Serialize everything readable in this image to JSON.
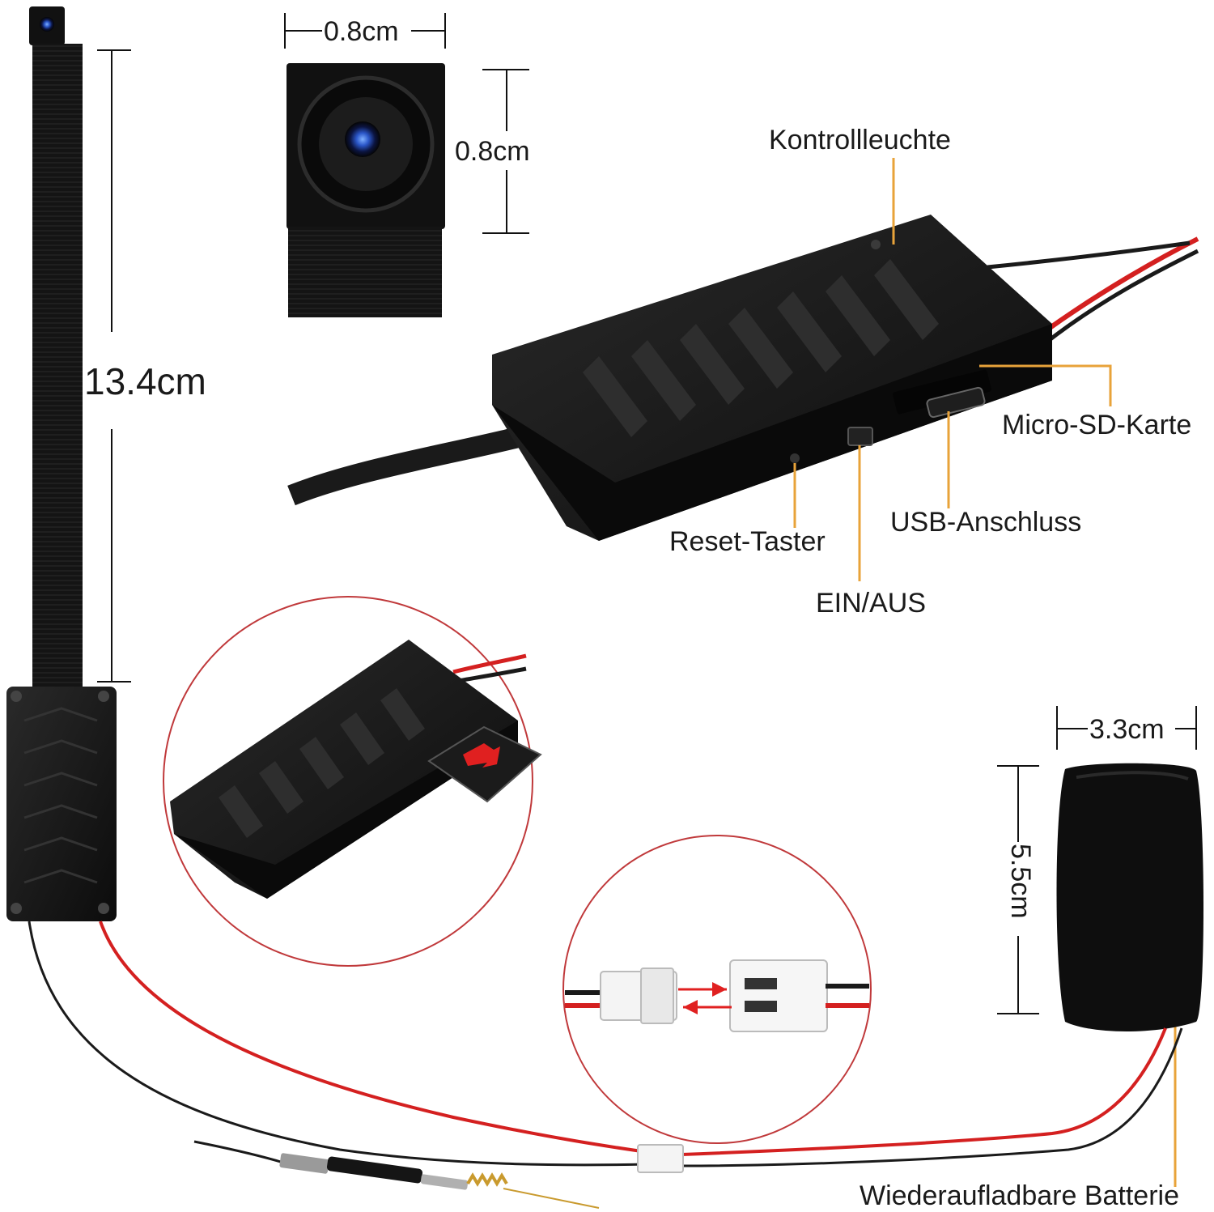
{
  "dimensions": {
    "lens_width": "0.8cm",
    "lens_height": "0.8cm",
    "cable_length": "13.4cm",
    "battery_width": "3.3cm",
    "battery_height": "5.5cm"
  },
  "parts": {
    "indicator_light": "Kontrollleuchte",
    "micro_sd": "Micro-SD-Karte",
    "usb_port": "USB-Anschluss",
    "reset_button": "Reset-Taster",
    "power_switch": "EIN/AUS",
    "battery": "Wiederaufladbare Batterie"
  },
  "colors": {
    "callout_line": "#e8a33a",
    "wire_red": "#d42020",
    "wire_black": "#1a1a1a",
    "zoom_circle": "#c0393b",
    "arrow_red": "#e02020"
  }
}
